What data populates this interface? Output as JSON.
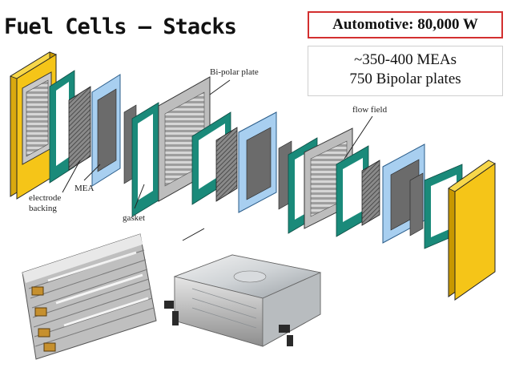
{
  "title": "Fuel Cells – Stacks",
  "automotive_box": "Automotive: 80,000 W",
  "stack_info": {
    "line1": "~350-400 MEAs",
    "line2": "750 Bipolar plates"
  },
  "labels": {
    "bipolar": "Bi-polar plate",
    "flow_field": "flow field",
    "mea": "MEA",
    "electrode_backing_1": "electrode",
    "electrode_backing_2": "backing",
    "gasket": "gasket"
  },
  "colors": {
    "end_plate": "#f5c518",
    "gasket": "#1a8a7a",
    "mea_blue": "#a8cff0",
    "plate_gray": "#bdbdbd",
    "highlight_border": "#d32f2f"
  },
  "images": {
    "plate_stack_photo": "fuel-cell-plate-stack-photo",
    "nissan_stack_photo": "nissan-fuel-cell-stack-photo"
  }
}
